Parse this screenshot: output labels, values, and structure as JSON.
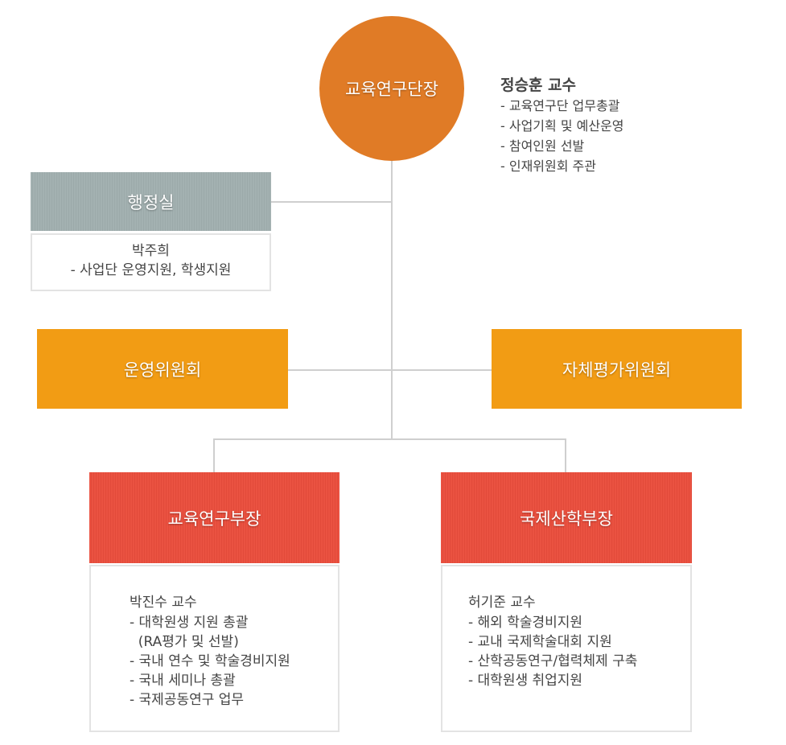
{
  "head": {
    "title": "교육연구단장",
    "name": "정승훈 교수",
    "duties": [
      "- 교육연구단  업무총괄",
      "- 사업기획 및 예산운영",
      "- 참여인원 선발",
      "- 인재위원회 주관"
    ]
  },
  "admin": {
    "title": "행정실",
    "name": "박주희",
    "duties": [
      "- 사업단 운영지원, 학생지원"
    ]
  },
  "committees": {
    "left": "운영위원회",
    "right": "자체평가위원회"
  },
  "departments": [
    {
      "title": "교육연구부장",
      "name": "박진수 교수",
      "duties": [
        "- 대학원생 지원 총괄",
        "  (RA평가 및 선발)",
        "- 국내 연수 및 학술경비지원",
        "- 국내 세미나 총괄",
        "- 국제공동연구 업무"
      ]
    },
    {
      "title": "국제산학부장",
      "name": "허기준 교수",
      "duties": [
        "- 해외 학술경비지원",
        "- 교내 국제학술대회 지원",
        "- 산학공동연구/협력체제 구축",
        "- 대학원생 취업지원"
      ]
    }
  ],
  "colors": {
    "head": "#e07b26",
    "admin": "#a3b1b1",
    "committee": "#f29c14",
    "department": "#ea5241"
  }
}
